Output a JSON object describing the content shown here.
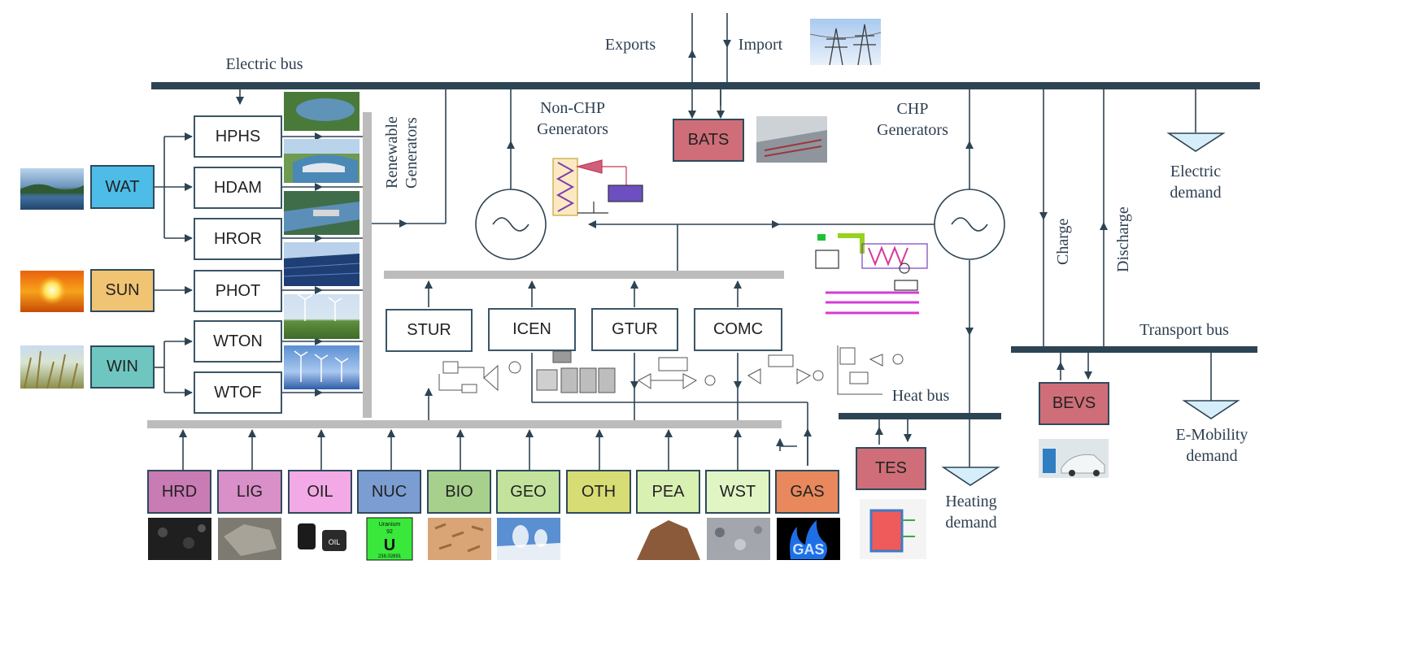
{
  "labels": {
    "electric_bus": "Electric bus",
    "exports": "Exports",
    "import": "Import",
    "non_chp_line1": "Non-CHP",
    "non_chp_line2": "Generators",
    "chp_line1": "CHP",
    "chp_line2": "Generators",
    "renewable_line1": "Renewable",
    "renewable_line2": "Generators",
    "electric_demand_line1": "Electric",
    "electric_demand_line2": "demand",
    "charge": "Charge",
    "discharge": "Discharge",
    "transport_bus": "Transport bus",
    "heat_bus": "Heat bus",
    "heating_demand_line1": "Heating",
    "heating_demand_line2": "demand",
    "emobility_line1": "E-Mobility",
    "emobility_line2": "demand"
  },
  "resources": [
    {
      "id": "WAT",
      "color": "#4dbde8"
    },
    {
      "id": "SUN",
      "color": "#f0c473"
    },
    {
      "id": "WIN",
      "color": "#6fc6c1"
    }
  ],
  "renewables": [
    "HPHS",
    "HDAM",
    "HROR",
    "PHOT",
    "WTON",
    "WTOF"
  ],
  "thermal": [
    "STUR",
    "ICEN",
    "GTUR",
    "COMC"
  ],
  "storage": {
    "bats": {
      "label": "BATS",
      "color": "#cf6e78"
    },
    "tes": {
      "label": "TES",
      "color": "#cf6e78"
    },
    "bevs": {
      "label": "BEVS",
      "color": "#cf6e78"
    }
  },
  "fuels": [
    {
      "id": "HRD",
      "color": "#c97bb4"
    },
    {
      "id": "LIG",
      "color": "#d98fc8"
    },
    {
      "id": "OIL",
      "color": "#f2a9e6"
    },
    {
      "id": "NUC",
      "color": "#7b9dd1"
    },
    {
      "id": "BIO",
      "color": "#a8d08d"
    },
    {
      "id": "GEO",
      "color": "#c3e39c"
    },
    {
      "id": "OTH",
      "color": "#d7dc74"
    },
    {
      "id": "PEA",
      "color": "#d9f0b3"
    },
    {
      "id": "WST",
      "color": "#e1f5c4"
    },
    {
      "id": "GAS",
      "color": "#e8885c"
    }
  ],
  "uranium_tile": {
    "name": "Uranium",
    "number": "92",
    "symbol": "U",
    "mass": "238.02891"
  },
  "photo_texts": {
    "oil": "OIL",
    "gas": "GAS"
  },
  "colors": {
    "line": "#2d4453",
    "grey_bus": "#bcbcbc",
    "demand_fill": "#d6eefa"
  }
}
